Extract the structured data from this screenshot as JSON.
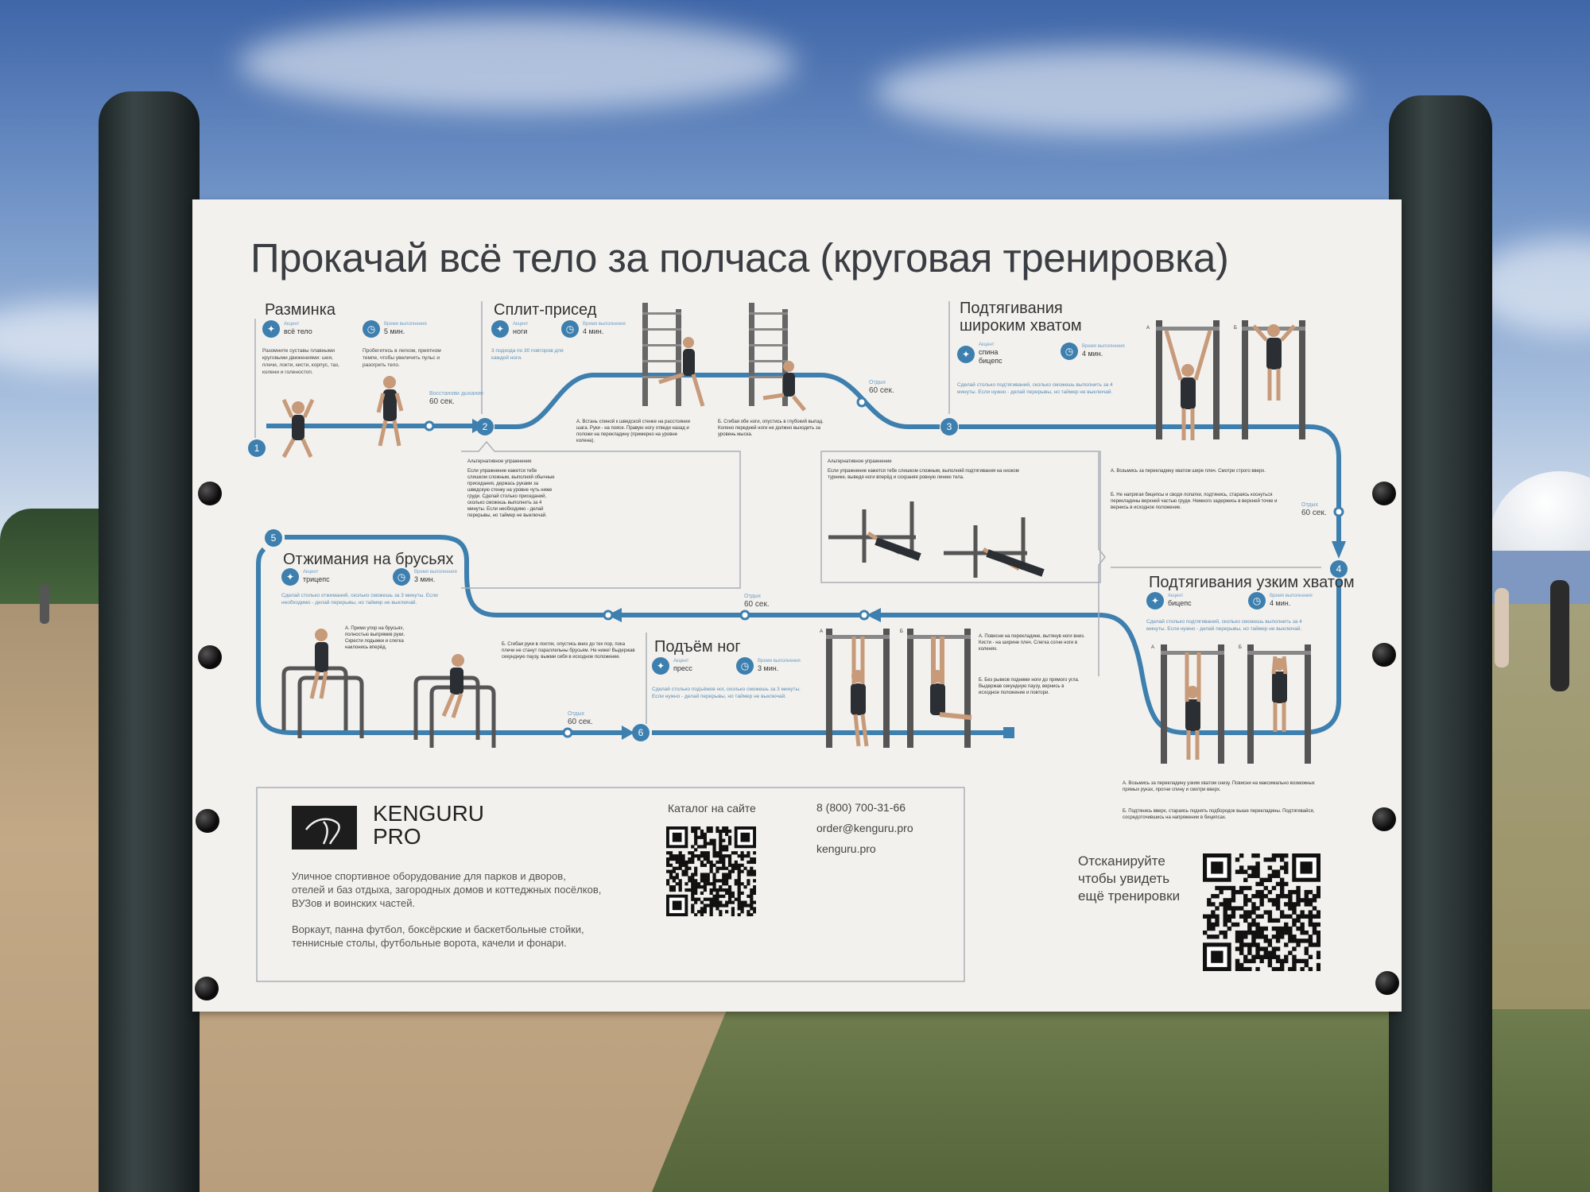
{
  "sign": {
    "title": "Прокачай всё тело за полчаса (круговая тренировка)",
    "labels": {
      "accent": "Акцент",
      "time": "Время выполнения",
      "alt_title": "Альтернативное упражнение"
    },
    "steps": [
      "1",
      "2",
      "3",
      "4",
      "5",
      "6"
    ],
    "rest": {
      "recover_label": "Восстанови дыхание",
      "rest_label": "Отдых",
      "duration": "60 сек."
    },
    "exercises": {
      "warmup": {
        "title": "Разминка",
        "accent": "всё тело",
        "time": "5 мин.",
        "desc1": "Разомните суставы плавными круговыми движениями: шея, плечи, локти, кисти, корпус, таз, колени и голеностоп.",
        "desc2": "Пробегитесь в легком, приятном темпе, чтобы увеличить пульс и разогреть тело."
      },
      "split": {
        "title": "Сплит-присед",
        "accent": "ноги",
        "time": "4 мин.",
        "desc": "3 подхода по 30 повторов для каждой ноги.",
        "step_a": "А. Встань спиной к шведской стенке на расстоянии шага. Руки - на поясе. Правую ногу отведи назад и положи на перекладину (примерно на уровне колена).",
        "step_b": "Б. Сгибая обе ноги, опустись в глубокий выпад. Колено передней ноги не должно выходить за уровень мыска.",
        "alt": "Если упражнение кажется тебе слишком сложным, выполняй обычные приседания, держась руками за шведскую стенку на уровне чуть ниже груди. Сделай столько приседаний, сколько сможешь выполнить за 4 минуты. Если необходимо - делай перерывы, но таймер не выключай."
      },
      "wide": {
        "title_1": "Подтягивания",
        "title_2": "широким хватом",
        "accent_1": "спина",
        "accent_2": "бицепс",
        "time": "4 мин.",
        "desc": "Сделай столько подтягиваний, сколько сможешь выполнить за 4 минуты. Если нужно - делай перерывы, но таймер не выключай.",
        "mark_a": "А",
        "mark_b": "Б",
        "step_a": "А. Возьмись за перекладину хватом шире плеч. Смотри строго вверх.",
        "step_b": "Б. Не напрягая бицепсы и сводя лопатки, подтянись, стараясь коснуться перекладины верхней частью груди. Немного задержись в верхней точке и вернись в исходное положение.",
        "alt": "Если упражнение кажется тебе слишком сложным, выполняй подтягивания на низком турнике, выведя ноги вперёд и сохраняя ровную линию тела."
      },
      "narrow": {
        "title": "Подтягивания узким хватом",
        "accent": "бицепс",
        "time": "4 мин.",
        "desc": "Сделай столько подтягиваний, сколько сможешь выполнить за 4 минуты. Если нужно - делай перерывы, но таймер не выключай.",
        "mark_a": "А",
        "mark_b": "Б",
        "step_a": "А. Возьмись за перекладину узким хватом снизу. Повисни на максимально возможных прямых руках, прогни спину и смотри вверх.",
        "step_b": "Б. Подтянись вверх, стараясь поднять подбородок выше перекладины. Подтягивайся, сосредоточившись на напряжении в бицепсах."
      },
      "dips": {
        "title": "Отжимания на брусьях",
        "accent": "трицепс",
        "time": "3 мин.",
        "desc": "Сделай столько отжиманий, сколько сможешь за 3 минуты. Если необходимо - делай перерывы, но таймер не выключай.",
        "step_a": "А. Прими упор на брусьях, полностью выпрямив руки. Скрести лодыжки и слегка наклонись вперёд.",
        "step_b": "Б. Сгибая руки в локтях, опустись вниз до тех пор, пока плечи не станут параллельны брусьям. Не ниже! Выдержав секундную паузу, выжми себя в исходное положение."
      },
      "legs": {
        "title": "Подъём ног",
        "accent": "пресс",
        "time": "3 мин.",
        "desc": "Сделай столько подъёмов ног, сколько сможешь за 3 минуты. Если нужно - делай перерывы, но таймер не выключай.",
        "mark_a": "А",
        "mark_b": "Б",
        "step_a": "А. Повисни на перекладине, вытянув ноги вниз. Кисти - на ширине плеч. Слегка согни ноги в коленях.",
        "step_b": "Б. Без рывков подними ноги до прямого угла. Выдержав секундную паузу, вернись в исходное положение и повтори."
      }
    },
    "footer": {
      "brand_1": "KENGURU",
      "brand_2": "PRO",
      "about": "Уличное спортивное оборудование для парков и дворов, отелей и баз отдыха, загородных домов и коттеджных посёлков, ВУЗов и воинских частей.",
      "products": "Воркаут, панна футбол, боксёрские и баскетбольные стойки, теннисные столы, футбольные ворота, качели и фонари.",
      "catalog": "Каталог на сайте",
      "phone": "8 (800) 700-31-66",
      "email": "order@kenguru.pro",
      "site": "kenguru.pro",
      "scan_1": "Отсканируйте",
      "scan_2": "чтобы увидеть",
      "scan_3": "ещё тренировки"
    }
  },
  "colors": {
    "path": "#3d7fae",
    "sign_bg": "#f2f1ee",
    "post": "#2a3233"
  }
}
